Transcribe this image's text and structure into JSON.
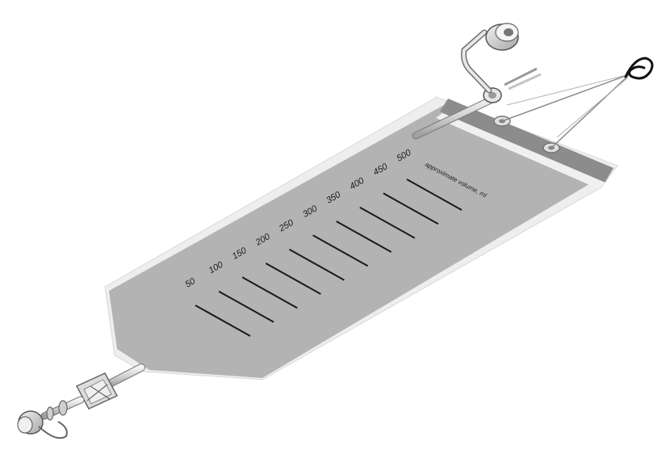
{
  "scale": {
    "title": "approximate volume, ml",
    "marks": [
      "50",
      "100",
      "150",
      "200",
      "250",
      "300",
      "350",
      "400",
      "450",
      "500"
    ]
  },
  "colors": {
    "bag_fill": "#b3b3b3",
    "bag_band": "#8c8c8c",
    "tube": "#d9d9d9",
    "ink": "#1a1a1a"
  }
}
